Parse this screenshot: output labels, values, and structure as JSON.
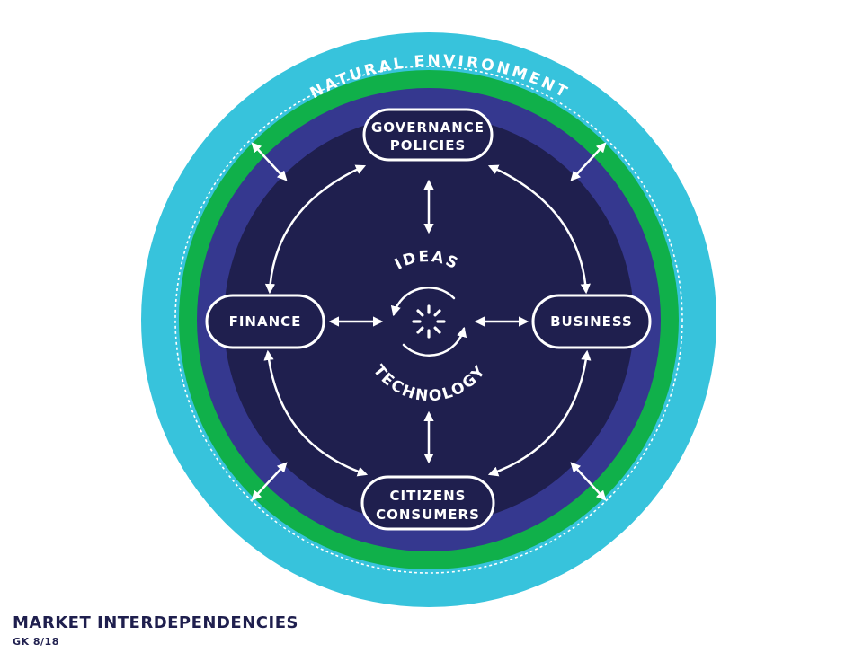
{
  "diagram": {
    "environment_label": "NATURAL ENVIRONMENT",
    "center_top_label": "IDEAS",
    "center_bottom_label": "TECHNOLOGY",
    "nodes": {
      "governance": {
        "line1": "GOVERNANCE",
        "line2": "POLICIES"
      },
      "finance": {
        "line1": "FINANCE"
      },
      "business": {
        "line1": "BUSINESS"
      },
      "citizens": {
        "line1": "CITIZENS",
        "line2": "CONSUMERS"
      }
    },
    "colors": {
      "outer_ring": "#37c3dc",
      "green_ring": "#10b04a",
      "mid_ring": "#35388f",
      "core": "#1f1f4e"
    }
  },
  "caption": {
    "title": "MARKET INTERDEPENDENCIES",
    "subtitle": "GK 8/18"
  }
}
